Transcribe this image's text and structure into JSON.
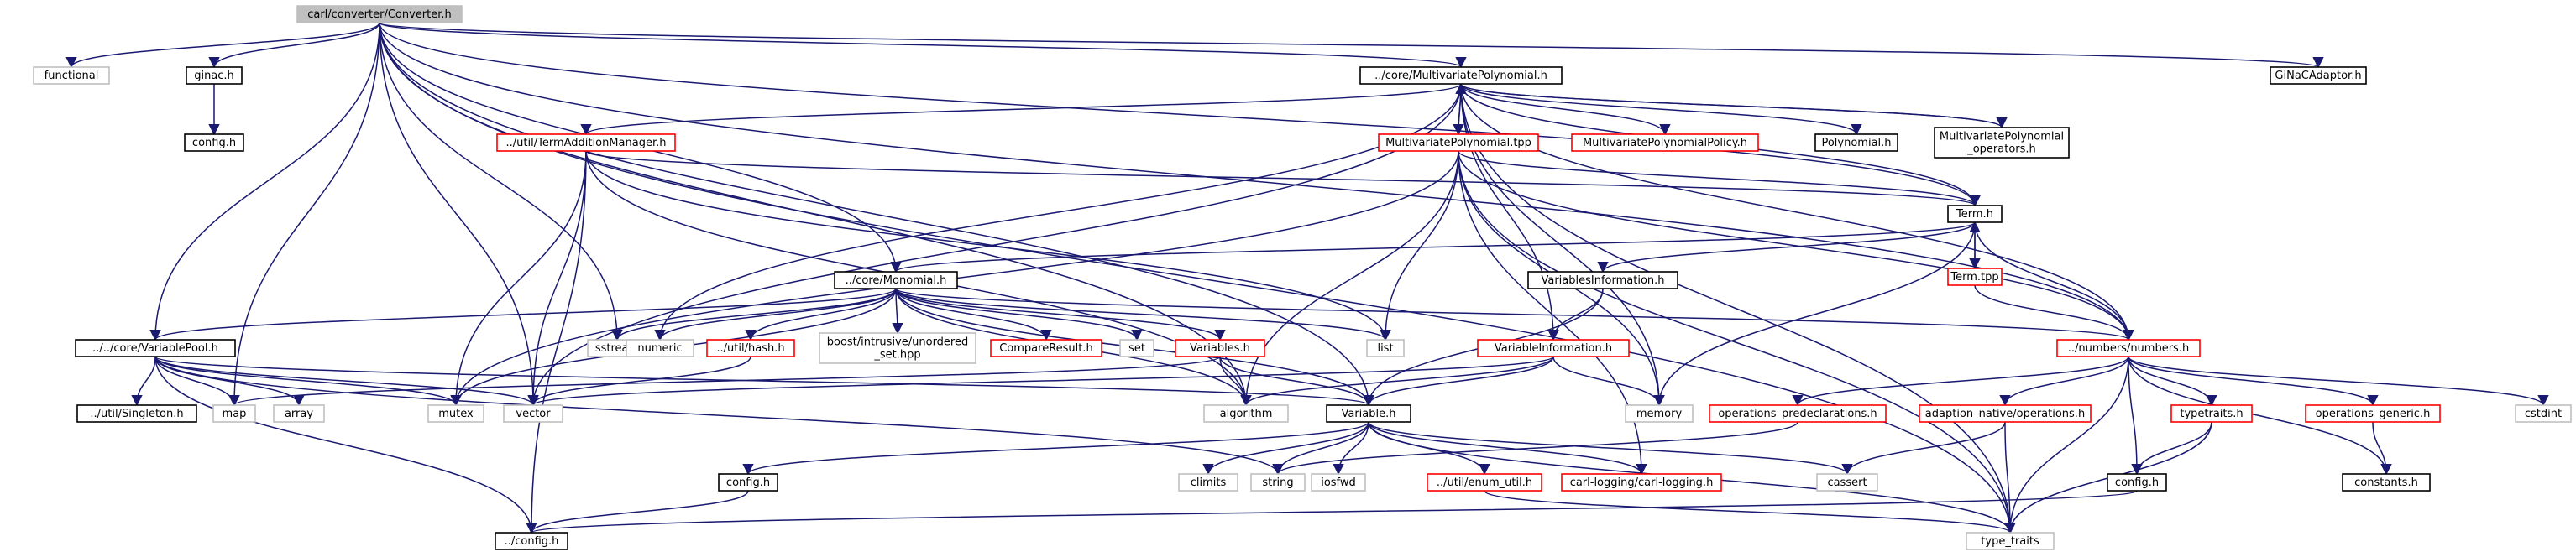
{
  "colors": {
    "edge": "#191970",
    "root_fill": "#bfbfbf",
    "border_black": "#000000",
    "border_red": "#ff0000",
    "border_gray": "#bfbfbf",
    "text_normal": "#000000",
    "text_gray": "#404040"
  },
  "diagram": {
    "nodes": [
      {
        "id": "n_root",
        "kind": "root",
        "lines": [
          "carl/converter/Converter.h"
        ]
      },
      {
        "id": "n_functional",
        "kind": "system",
        "lines": [
          "functional"
        ]
      },
      {
        "id": "n_ginac",
        "kind": "normal",
        "lines": [
          "ginac.h"
        ]
      },
      {
        "id": "n_config_a",
        "kind": "normal",
        "lines": [
          "config.h"
        ]
      },
      {
        "id": "n_mvpoly",
        "kind": "normal",
        "lines": [
          "../core/MultivariatePolynomial.h"
        ]
      },
      {
        "id": "n_ginacadaptor",
        "kind": "normal",
        "lines": [
          "GiNaCAdaptor.h"
        ]
      },
      {
        "id": "n_termadd",
        "kind": "missing",
        "lines": [
          "../util/TermAdditionManager.h"
        ]
      },
      {
        "id": "n_mvpolytpp",
        "kind": "missing",
        "lines": [
          "MultivariatePolynomial.tpp"
        ]
      },
      {
        "id": "n_mvpolicy",
        "kind": "missing",
        "lines": [
          "MultivariatePolynomialPolicy.h"
        ]
      },
      {
        "id": "n_polynomial",
        "kind": "normal",
        "lines": [
          "Polynomial.h"
        ]
      },
      {
        "id": "n_mvops",
        "kind": "normal",
        "lines": [
          "MultivariatePolynomial",
          "_operators.h"
        ]
      },
      {
        "id": "n_term",
        "kind": "normal",
        "lines": [
          "Term.h"
        ]
      },
      {
        "id": "n_termtpp",
        "kind": "missing",
        "lines": [
          "Term.tpp"
        ]
      },
      {
        "id": "n_monomial",
        "kind": "normal",
        "lines": [
          "../core/Monomial.h"
        ]
      },
      {
        "id": "n_varsinfo",
        "kind": "normal",
        "lines": [
          "VariablesInformation.h"
        ]
      },
      {
        "id": "n_numbers",
        "kind": "missing",
        "lines": [
          "../numbers/numbers.h"
        ]
      },
      {
        "id": "n_varpool",
        "kind": "normal",
        "lines": [
          "../../core/VariablePool.h"
        ]
      },
      {
        "id": "n_sstream",
        "kind": "system",
        "lines": [
          "sstream"
        ]
      },
      {
        "id": "n_numeric",
        "kind": "system",
        "lines": [
          "numeric"
        ]
      },
      {
        "id": "n_hash",
        "kind": "missing",
        "lines": [
          "../util/hash.h"
        ]
      },
      {
        "id": "n_boostset",
        "kind": "system",
        "lines": [
          "boost/intrusive/unordered",
          "_set.hpp"
        ]
      },
      {
        "id": "n_compare",
        "kind": "missing",
        "lines": [
          "CompareResult.h"
        ]
      },
      {
        "id": "n_set",
        "kind": "system",
        "lines": [
          "set"
        ]
      },
      {
        "id": "n_variables",
        "kind": "missing",
        "lines": [
          "Variables.h"
        ]
      },
      {
        "id": "n_list",
        "kind": "system",
        "lines": [
          "list"
        ]
      },
      {
        "id": "n_varinfo",
        "kind": "missing",
        "lines": [
          "VariableInformation.h"
        ]
      },
      {
        "id": "n_singleton",
        "kind": "normal",
        "lines": [
          "../util/Singleton.h"
        ]
      },
      {
        "id": "n_map",
        "kind": "system",
        "lines": [
          "map"
        ]
      },
      {
        "id": "n_array",
        "kind": "system",
        "lines": [
          "array"
        ]
      },
      {
        "id": "n_mutex",
        "kind": "system",
        "lines": [
          "mutex"
        ]
      },
      {
        "id": "n_vector",
        "kind": "system",
        "lines": [
          "vector"
        ]
      },
      {
        "id": "n_algorithm",
        "kind": "system",
        "lines": [
          "algorithm"
        ]
      },
      {
        "id": "n_variable",
        "kind": "normal",
        "lines": [
          "Variable.h"
        ]
      },
      {
        "id": "n_memory",
        "kind": "system",
        "lines": [
          "memory"
        ]
      },
      {
        "id": "n_opspre",
        "kind": "missing",
        "lines": [
          "operations_predeclarations.h"
        ]
      },
      {
        "id": "n_adaption",
        "kind": "missing",
        "lines": [
          "adaption_native/operations.h"
        ]
      },
      {
        "id": "n_typetraits_h",
        "kind": "missing",
        "lines": [
          "typetraits.h"
        ]
      },
      {
        "id": "n_opsgeneric",
        "kind": "missing",
        "lines": [
          "operations_generic.h"
        ]
      },
      {
        "id": "n_cstdint",
        "kind": "system",
        "lines": [
          "cstdint"
        ]
      },
      {
        "id": "n_config_b",
        "kind": "normal",
        "lines": [
          "config.h"
        ]
      },
      {
        "id": "n_climits",
        "kind": "system",
        "lines": [
          "climits"
        ]
      },
      {
        "id": "n_string",
        "kind": "system",
        "lines": [
          "string"
        ]
      },
      {
        "id": "n_iosfwd",
        "kind": "system",
        "lines": [
          "iosfwd"
        ]
      },
      {
        "id": "n_enumutil",
        "kind": "missing",
        "lines": [
          "../util/enum_util.h"
        ]
      },
      {
        "id": "n_carllog",
        "kind": "missing",
        "lines": [
          "carl-logging/carl-logging.h"
        ]
      },
      {
        "id": "n_cassert",
        "kind": "system",
        "lines": [
          "cassert"
        ]
      },
      {
        "id": "n_config_c",
        "kind": "normal",
        "lines": [
          "config.h"
        ]
      },
      {
        "id": "n_constants",
        "kind": "normal",
        "lines": [
          "constants.h"
        ]
      },
      {
        "id": "n_config_d",
        "kind": "normal",
        "lines": [
          "../config.h"
        ]
      },
      {
        "id": "n_typetraits",
        "kind": "system",
        "lines": [
          "type_traits"
        ]
      }
    ],
    "edges": [
      [
        "n_root",
        "n_functional"
      ],
      [
        "n_root",
        "n_ginac"
      ],
      [
        "n_root",
        "n_mvpoly"
      ],
      [
        "n_root",
        "n_ginacadaptor"
      ],
      [
        "n_root",
        "n_varpool"
      ],
      [
        "n_root",
        "n_map"
      ],
      [
        "n_root",
        "n_vector"
      ],
      [
        "n_root",
        "n_algorithm"
      ],
      [
        "n_root",
        "n_sstream"
      ],
      [
        "n_root",
        "n_monomial"
      ],
      [
        "n_root",
        "n_term"
      ],
      [
        "n_root",
        "n_numbers"
      ],
      [
        "n_root",
        "n_variable"
      ],
      [
        "n_root",
        "n_typetraits"
      ],
      [
        "n_ginac",
        "n_config_a"
      ],
      [
        "n_mvpoly",
        "n_termadd"
      ],
      [
        "n_mvpoly",
        "n_mvpolytpp"
      ],
      [
        "n_mvpoly",
        "n_mvpolicy"
      ],
      [
        "n_mvpoly",
        "n_polynomial"
      ],
      [
        "n_mvpoly",
        "n_mvops"
      ],
      [
        "n_mvpoly",
        "n_term"
      ],
      [
        "n_mvpoly",
        "n_numbers"
      ],
      [
        "n_mvpoly",
        "n_varinfo"
      ],
      [
        "n_mvpoly",
        "n_numeric"
      ],
      [
        "n_mvpoly",
        "n_vector"
      ],
      [
        "n_mvpoly",
        "n_memory"
      ],
      [
        "n_mvpoly",
        "n_typetraits"
      ],
      [
        "n_mvpolytpp",
        "n_mvpoly"
      ],
      [
        "n_mvpolytpp",
        "n_term"
      ],
      [
        "n_mvpolytpp",
        "n_numbers"
      ],
      [
        "n_mvpolytpp",
        "n_list"
      ],
      [
        "n_mvpolytpp",
        "n_algorithm"
      ],
      [
        "n_mvpolytpp",
        "n_mutex"
      ],
      [
        "n_mvpolytpp",
        "n_memory"
      ],
      [
        "n_mvpolytpp",
        "n_carllog"
      ],
      [
        "n_mvpolytpp",
        "n_typetraits"
      ],
      [
        "n_mvops",
        "n_mvpoly"
      ],
      [
        "n_termadd",
        "n_term"
      ],
      [
        "n_termadd",
        "n_list"
      ],
      [
        "n_termadd",
        "n_vector"
      ],
      [
        "n_termadd",
        "n_mutex"
      ],
      [
        "n_termadd",
        "n_algorithm"
      ],
      [
        "n_termadd",
        "n_config_d"
      ],
      [
        "n_term",
        "n_monomial"
      ],
      [
        "n_term",
        "n_varsinfo"
      ],
      [
        "n_term",
        "n_termtpp"
      ],
      [
        "n_term",
        "n_numbers"
      ],
      [
        "n_term",
        "n_memory"
      ],
      [
        "n_termtpp",
        "n_term"
      ],
      [
        "n_termtpp",
        "n_numbers"
      ],
      [
        "n_varsinfo",
        "n_varinfo"
      ],
      [
        "n_varsinfo",
        "n_variable"
      ],
      [
        "n_monomial",
        "n_varpool"
      ],
      [
        "n_monomial",
        "n_sstream"
      ],
      [
        "n_monomial",
        "n_numeric"
      ],
      [
        "n_monomial",
        "n_hash"
      ],
      [
        "n_monomial",
        "n_boostset"
      ],
      [
        "n_monomial",
        "n_compare"
      ],
      [
        "n_monomial",
        "n_set"
      ],
      [
        "n_monomial",
        "n_variables"
      ],
      [
        "n_monomial",
        "n_list"
      ],
      [
        "n_monomial",
        "n_numbers"
      ],
      [
        "n_monomial",
        "n_mutex"
      ],
      [
        "n_monomial",
        "n_algorithm"
      ],
      [
        "n_monomial",
        "n_variable"
      ],
      [
        "n_hash",
        "n_vector"
      ],
      [
        "n_variables",
        "n_algorithm"
      ],
      [
        "n_variables",
        "n_variable"
      ],
      [
        "n_variables",
        "n_map"
      ],
      [
        "n_varinfo",
        "n_vector"
      ],
      [
        "n_varinfo",
        "n_algorithm"
      ],
      [
        "n_varinfo",
        "n_memory"
      ],
      [
        "n_varinfo",
        "n_variable"
      ],
      [
        "n_varpool",
        "n_singleton"
      ],
      [
        "n_varpool",
        "n_map"
      ],
      [
        "n_varpool",
        "n_array"
      ],
      [
        "n_varpool",
        "n_mutex"
      ],
      [
        "n_varpool",
        "n_vector"
      ],
      [
        "n_varpool",
        "n_variable"
      ],
      [
        "n_varpool",
        "n_config_d"
      ],
      [
        "n_varpool",
        "n_string"
      ],
      [
        "n_numbers",
        "n_opspre"
      ],
      [
        "n_numbers",
        "n_adaption"
      ],
      [
        "n_numbers",
        "n_typetraits_h"
      ],
      [
        "n_numbers",
        "n_opsgeneric"
      ],
      [
        "n_numbers",
        "n_cstdint"
      ],
      [
        "n_numbers",
        "n_config_c"
      ],
      [
        "n_numbers",
        "n_constants"
      ],
      [
        "n_numbers",
        "n_typetraits"
      ],
      [
        "n_opspre",
        "n_string"
      ],
      [
        "n_adaption",
        "n_cassert"
      ],
      [
        "n_adaption",
        "n_typetraits"
      ],
      [
        "n_typetraits_h",
        "n_config_c"
      ],
      [
        "n_typetraits_h",
        "n_typetraits"
      ],
      [
        "n_opsgeneric",
        "n_constants"
      ],
      [
        "n_config_c",
        "n_config_d"
      ],
      [
        "n_variable",
        "n_config_b"
      ],
      [
        "n_variable",
        "n_climits"
      ],
      [
        "n_variable",
        "n_string"
      ],
      [
        "n_variable",
        "n_iosfwd"
      ],
      [
        "n_variable",
        "n_enumutil"
      ],
      [
        "n_variable",
        "n_carllog"
      ],
      [
        "n_variable",
        "n_cassert"
      ],
      [
        "n_variable",
        "n_typetraits"
      ],
      [
        "n_config_b",
        "n_config_d"
      ],
      [
        "n_enumutil",
        "n_typetraits"
      ]
    ]
  }
}
